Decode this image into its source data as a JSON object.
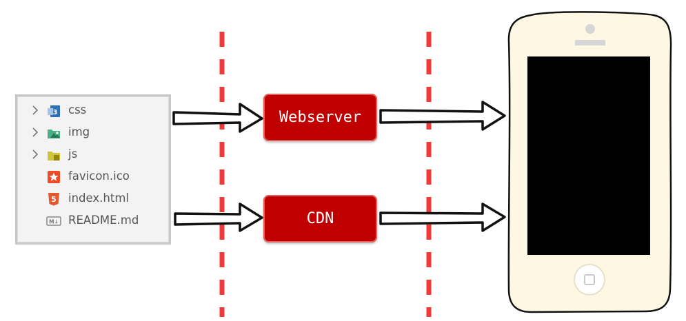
{
  "files": [
    {
      "name": "css",
      "icon": "css3-file-icon",
      "expandable": true,
      "color": "#3e8ed0"
    },
    {
      "name": "img",
      "icon": "image-folder-icon",
      "expandable": true,
      "color": "#3fae7a"
    },
    {
      "name": "js",
      "icon": "js-folder-icon",
      "expandable": true,
      "color": "#c9c02a"
    },
    {
      "name": "favicon.ico",
      "icon": "star-favicon-icon",
      "expandable": false,
      "color": "#f04a24"
    },
    {
      "name": "index.html",
      "icon": "html5-file-icon",
      "expandable": false,
      "color": "#e4572e"
    },
    {
      "name": "README.md",
      "icon": "markdown-file-icon",
      "expandable": false,
      "color": "#888888"
    }
  ],
  "servers": [
    {
      "label": "Webserver"
    },
    {
      "label": "CDN"
    }
  ],
  "colors": {
    "server_fill": "#c00000",
    "divider": "#f03a3a",
    "phone_body": "#fdf7e4",
    "phone_screen": "#000000"
  },
  "icon_glyphs": {
    "css": "3",
    "html": "5",
    "markdown": "M↓"
  }
}
